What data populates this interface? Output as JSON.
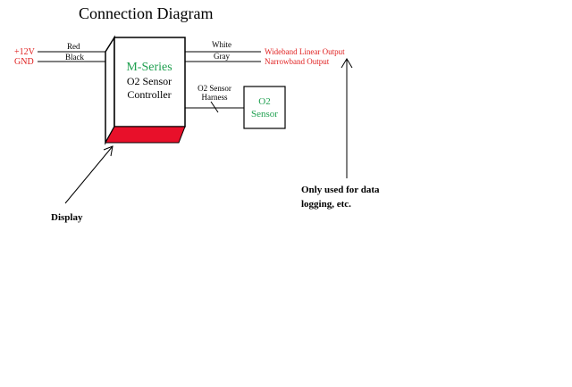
{
  "title": "Connection Diagram",
  "inputs": {
    "plus12v": "+12V",
    "gnd": "GND",
    "red_wire": "Red",
    "black_wire": "Black"
  },
  "controller": {
    "line1": "M-Series",
    "line2": "O2 Sensor",
    "line3": "Controller"
  },
  "outputs": {
    "white_wire": "White",
    "gray_wire": "Gray",
    "wideband": "Wideband Linear Output",
    "narrowband": "Narrowband Output"
  },
  "harness": {
    "line1": "O2 Sensor",
    "line2": "Harness"
  },
  "sensor": {
    "line1": "O2",
    "line2": "Sensor"
  },
  "notes": {
    "display": "Display",
    "logging_line1": "Only used for data",
    "logging_line2": "logging, etc."
  },
  "colors": {
    "red_text": "#e02020",
    "green_text": "#20a050",
    "display_fill": "#e8102a",
    "line": "#000000"
  }
}
